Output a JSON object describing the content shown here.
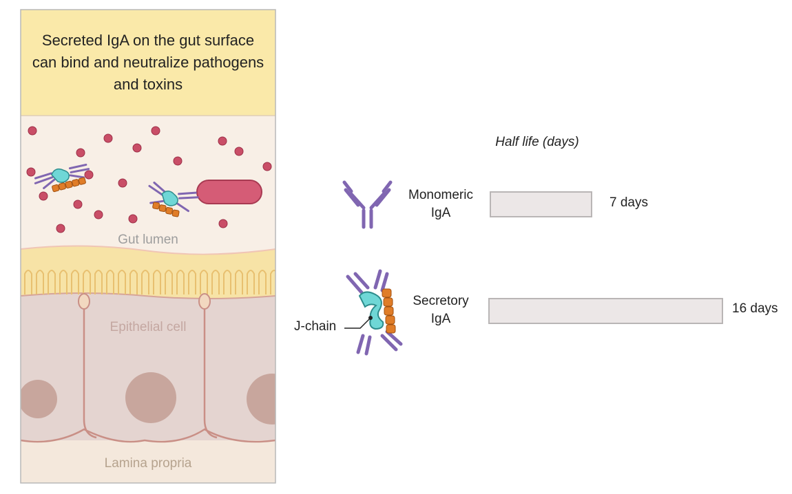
{
  "panel": {
    "caption": "Secreted IgA on the gut surface can bind and neutralize pathogens and toxins",
    "regions": {
      "lumen": "Gut lumen",
      "epithelium": "Epithelial cell",
      "lamina": "Lamina propria"
    },
    "colors": {
      "caption_bg": "#fae9a9",
      "lumen_bg": "#f8efe6",
      "mucus": "#f7e3a6",
      "cell_bg": "#e4d4d0",
      "nucleus": "#c8a69d",
      "lamina_bg": "#f4e8dc",
      "pathogen": "#c94e67",
      "bacterium": "#d55c76",
      "antibody": "#8066b1",
      "secretory_component": "#e07d28",
      "j_chain": "#6fd7d6"
    }
  },
  "chart": {
    "title": "Half life (days)",
    "j_chain_label": "J-chain"
  },
  "chart_data": {
    "type": "bar",
    "orientation": "horizontal",
    "title": "Half life (days)",
    "categories": [
      "Monomeric IgA",
      "Secretory IgA"
    ],
    "category_lines": [
      [
        "Monomeric",
        "IgA"
      ],
      [
        "Secretory",
        "IgA"
      ]
    ],
    "values": [
      7,
      16
    ],
    "data_labels": [
      "7 days",
      "16 days"
    ],
    "xlim": [
      0,
      16
    ],
    "grid": false
  }
}
